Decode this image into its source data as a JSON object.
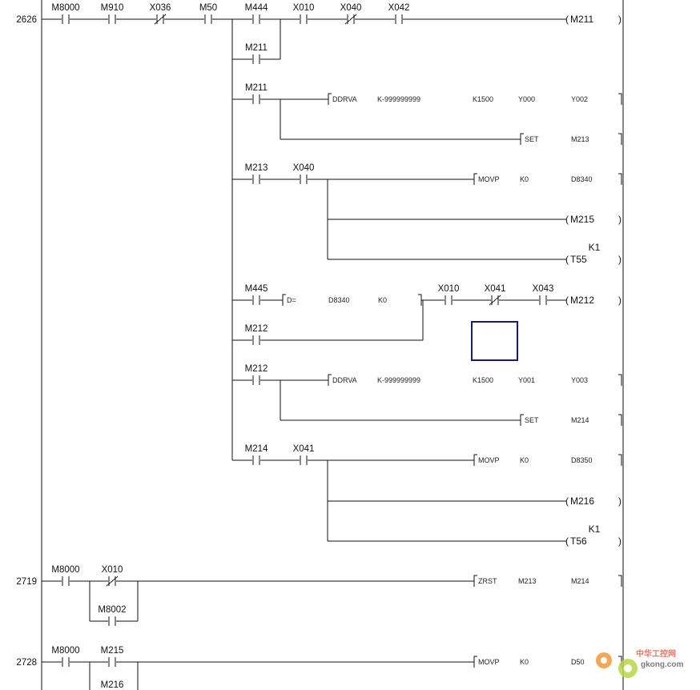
{
  "editor": {
    "steps": [
      "2626",
      "2719",
      "2728"
    ],
    "contacts": [
      {
        "label": "M8000",
        "nc": false
      },
      {
        "label": "M910",
        "nc": false
      },
      {
        "label": "X036",
        "nc": true
      },
      {
        "label": "M50",
        "nc": false
      },
      {
        "label": "M444",
        "nc": false
      },
      {
        "label": "X010",
        "nc": false
      },
      {
        "label": "X040",
        "nc": true
      },
      {
        "label": "X042",
        "nc": false
      },
      {
        "label": "M211",
        "nc": false
      },
      {
        "label": "M211",
        "nc": false
      },
      {
        "label": "M213",
        "nc": false
      },
      {
        "label": "X040",
        "nc": false
      },
      {
        "label": "M445",
        "nc": false
      },
      {
        "label": "X010",
        "nc": false
      },
      {
        "label": "X041",
        "nc": true
      },
      {
        "label": "X043",
        "nc": false
      },
      {
        "label": "M212",
        "nc": false
      },
      {
        "label": "M212",
        "nc": false
      },
      {
        "label": "M214",
        "nc": false
      },
      {
        "label": "X041",
        "nc": false
      },
      {
        "label": "M8000",
        "nc": false
      },
      {
        "label": "X010",
        "nc": true
      },
      {
        "label": "M8002",
        "nc": false
      },
      {
        "label": "M8000",
        "nc": false
      },
      {
        "label": "M215",
        "nc": false
      },
      {
        "label": "M216",
        "nc": false
      }
    ],
    "instructions": [
      {
        "op": "DDRVA",
        "args": [
          "K-999999999",
          "K1500",
          "Y000",
          "Y002"
        ]
      },
      {
        "op": "SET",
        "args": [
          "M213"
        ]
      },
      {
        "op": "MOVP",
        "args": [
          "K0",
          "D8340"
        ]
      },
      {
        "op": "D=",
        "args": [
          "D8340",
          "K0"
        ]
      },
      {
        "op": "DDRVA",
        "args": [
          "K-999999999",
          "K1500",
          "Y001",
          "Y003"
        ]
      },
      {
        "op": "SET",
        "args": [
          "M214"
        ]
      },
      {
        "op": "MOVP",
        "args": [
          "K0",
          "D8350"
        ]
      },
      {
        "op": "ZRST",
        "args": [
          "M213",
          "M214"
        ]
      },
      {
        "op": "MOVP",
        "args": [
          "K0",
          "D50"
        ]
      }
    ],
    "coils": [
      {
        "label": "M211",
        "setting": ""
      },
      {
        "label": "M215",
        "setting": ""
      },
      {
        "label": "T55",
        "setting": "K1"
      },
      {
        "label": "M212",
        "setting": ""
      },
      {
        "label": "M216",
        "setting": ""
      },
      {
        "label": "T56",
        "setting": "K1"
      }
    ],
    "cursor_color": "#1a1a6e",
    "line_color": "#111111"
  },
  "watermark": {
    "text_cn": "中华工控网",
    "text_en": "gkong.com"
  }
}
